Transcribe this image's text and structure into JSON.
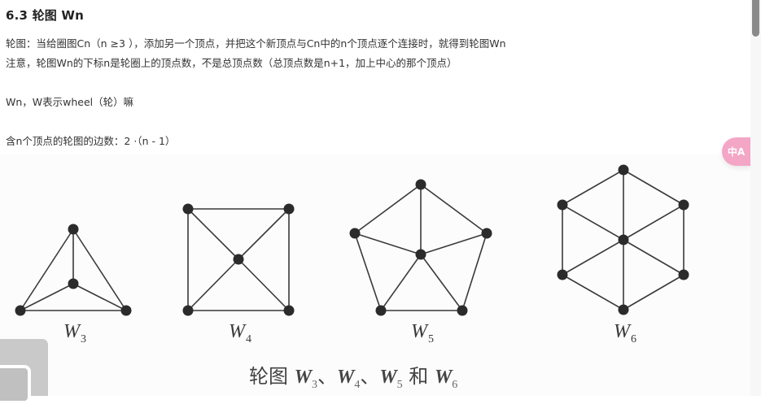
{
  "section": {
    "title": "6.3 轮图 Wn"
  },
  "paragraphs": [
    "轮图：当给圈图Cn（n ≥3 ），添加另一个顶点，并把这个新顶点与Cn中的n个顶点逐个连接时，就得到轮图Wn",
    "注意，轮图Wn的下标n是轮圈上的顶点数，不是总顶点数（总顶点数是n+1，加上中心的那个顶点）",
    "Wn，W表示wheel（轮）嘛",
    "含n个顶点的轮图的边数：2 ·（n - 1）"
  ],
  "figure": {
    "labels": [
      {
        "base": "W",
        "sub": "3"
      },
      {
        "base": "W",
        "sub": "4"
      },
      {
        "base": "W",
        "sub": "5"
      },
      {
        "base": "W",
        "sub": "6"
      }
    ],
    "caption": {
      "prefix": "轮图",
      "items": [
        {
          "base": "W",
          "sub": "3",
          "sep": "、"
        },
        {
          "base": "W",
          "sub": "4",
          "sep": "、"
        },
        {
          "base": "W",
          "sub": "5",
          "sep": " 和 "
        },
        {
          "base": "W",
          "sub": "6",
          "sep": ""
        }
      ]
    },
    "node_color": "#2b2b2b",
    "edge_color": "#3a3a3a"
  },
  "ui": {
    "translate_button_label": "中A",
    "translate_button_color": "#f4a6c6",
    "scrollbar_thumb_color": "#8a8a8a"
  }
}
